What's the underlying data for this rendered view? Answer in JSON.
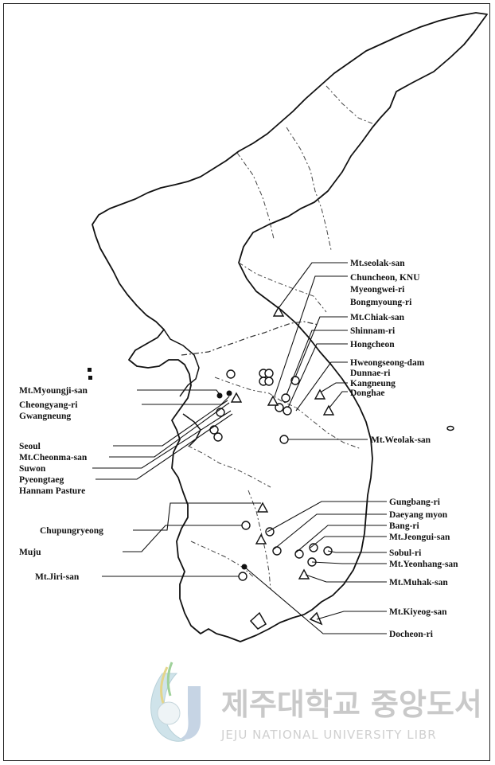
{
  "labels": {
    "seoraksan": "Mt.seolak-san",
    "chuncheon": "Chuncheon, KNU",
    "myeongwei": "Myeongwei-ri",
    "bongmyoung": "Bongmyoung-ri",
    "chiaksan": "Mt.Chiak-san",
    "shinnam": "Shinnam-ri",
    "hongcheon": "Hongcheon",
    "hoengseong": "Hweongseong-dam",
    "dunnae": "Dunnae-ri",
    "gangneung": "Kangneung",
    "donghae": "Donghae",
    "myoungji": "Mt.Myoungji-san",
    "cheongyang": "Cheongyang-ri",
    "gwangneung": "Gwangneung",
    "seoul": "Seoul",
    "cheonma": "Mt.Cheonma-san",
    "suwon": "Suwon",
    "pyeongtaeg": "Pyeongtaeg",
    "hannam": "Hannam Pasture",
    "woraksan": "Mt.Weolak-san",
    "gungbang": "Gungbang-ri",
    "daeyang": "Daeyang myon",
    "bang": "Bang-ri",
    "jeongui": "Mt.Jeongui-san",
    "chupungryeong": "Chupungryeong",
    "sobul": "Sobul-ri",
    "muju": "Muju",
    "yeonhwa": "Mt.Yeonhang-san",
    "muhak": "Mt.Muhak-san",
    "jiri": "Mt.Jiri-san",
    "kiyeong": "Mt.Kiyeog-san",
    "docheon": "Docheon-ri"
  },
  "watermark": {
    "korean": "제주대학교 중앙도서",
    "english": "JEJU NATIONAL UNIVERSITY LIBR"
  },
  "symbols": {
    "circle": "open-circle",
    "triangle": "open-triangle",
    "dot": "filled-dot"
  }
}
